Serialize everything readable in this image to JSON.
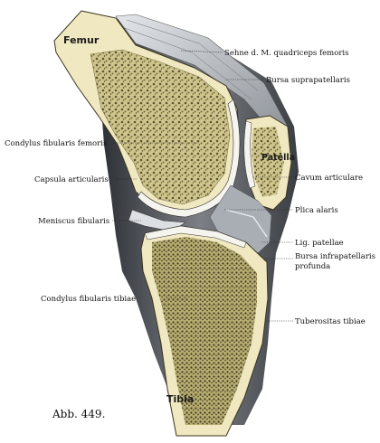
{
  "bones": {
    "femur": "Femur",
    "patella": "Patella",
    "tibia": "Tibia"
  },
  "labels": {
    "sehne": "Sehne d. M. quadriceps femoris",
    "bursa_supra": "Bursa suprapatellaris",
    "condylus_femoris": "Condylus fibularis femoris",
    "cavum": "Cavum articulare",
    "capsula": "Capsula articularis",
    "plica": "Plica alaris",
    "meniscus": "Meniscus fibularis",
    "lig_patellae": "Lig. patellae",
    "bursa_infra_1": "Bursa infrapatellaris",
    "bursa_infra_2": "profunda",
    "condylus_tibiae": "Condylus fibularis tibiae",
    "tuberositas": "Tuberositas tibiae"
  },
  "figure_number": "Abb. 449.",
  "colors": {
    "bone": "#d8d09a",
    "bone_dark": "#8d8455",
    "cortex": "#efe8c0",
    "cartilage": "#f6f4ee",
    "soft_tissue": "#6e7278",
    "soft_dark": "#2d3035",
    "tendon": "#c9cdd2"
  }
}
